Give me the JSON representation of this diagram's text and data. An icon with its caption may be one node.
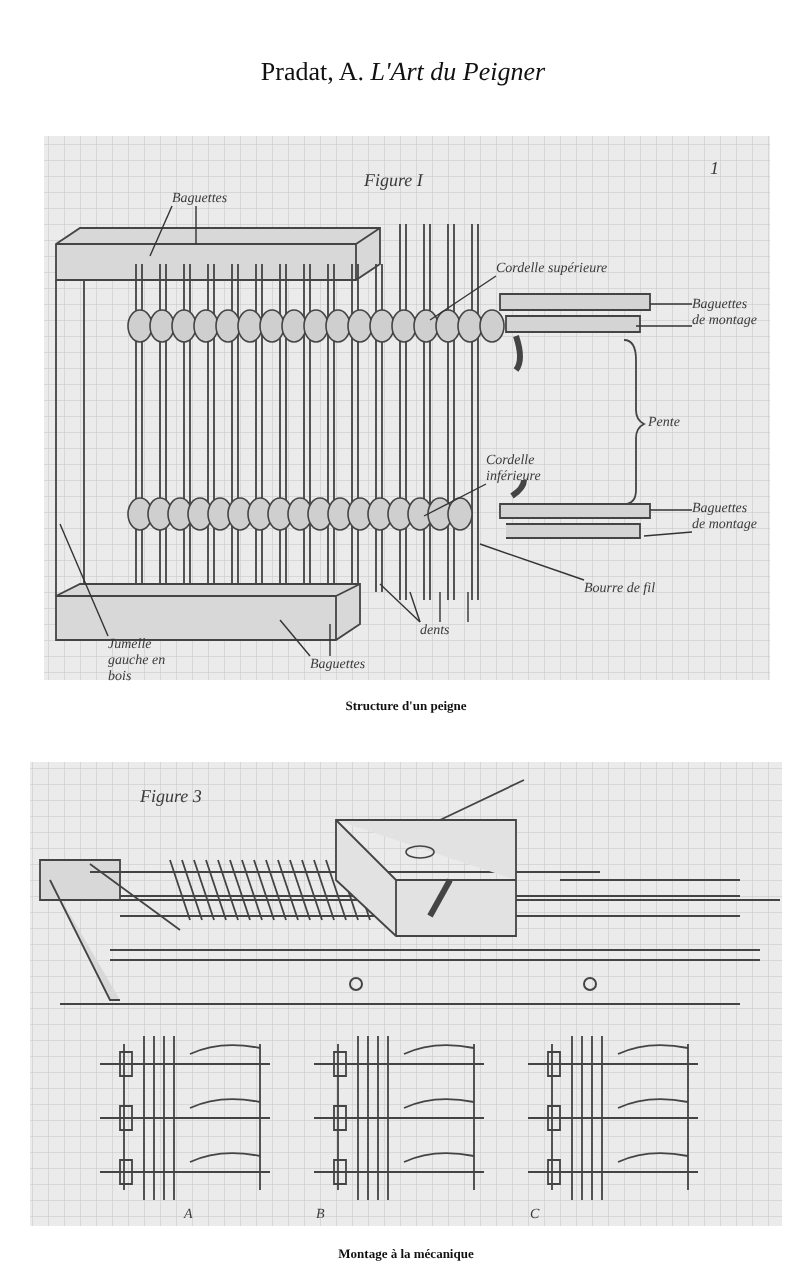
{
  "diagram": {
    "title": "Pradat, A. *L'Art du Peigner*",
    "nodes": [
      {
        "text": [
          "Baguettes"
        ]
      },
      {
        "text": [
          "Cordelle supérieure"
        ]
      },
      {
        "text": [
          "Baguettes de montage"
        ]
      },
      {
        "text": [
          "Cordelle inférieure"
        ]
      },
      {
        "text": [
          "Baguettes de montage"
        ]
      },
      {
        "text": [
          "Bourre de fil"
        ]
      },
      {
        "text": [
          "dents"
        ]
      },
      {
        "text": [
          "Baguettes"
        ]
      },
      {
        "text": [
          "Jumelle gauche en bois"
        ]
      }
    ],
    "edges": [
      {
        "from": 0,
        "to": null,
        "arrow": "none"
      },
      {
        "from": 0,
        "to": null,
        "arrow": "none"
      },
      {
        "from": 1,
        "to": null,
        "arrow": "none"
      },
      {
        "from": 2,
        "to": null,
        "arrow": "none"
      },
      {
        "from": 2,
        "to": null,
        "arrow": "none"
      },
      {
        "from": 3,
        "to": null,
        "arrow": "none"
      },
      {
        "from": 4,
        "to": null,
        "arrow": "none"
      },
      {
        "from": 4,
        "to": null,
        "arrow": "none"
      },
      {
        "from": 5,
        "to": null,
        "arrow": "none"
      },
      {
        "from": 6,
        "to": null,
        "arrow": "none"
      },
      {
        "from": 6,
        "to": null,
        "arrow": "none"
      },
      {
        "from": 6,
        "to": null,
        "arrow": "none"
      },
      {
        "from": 6,
        "to": null,
        "arrow": "none"
      },
      {
        "from": 7,
        "to": null,
        "arrow": "none"
      },
      {
        "from": 7,
        "to": null,
        "arrow": "none"
      },
      {
        "from": 8,
        "to": null,
        "arrow": "none"
      }
    ],
    "labels": [
      "Figure I",
      "1",
      "Pente",
      "Structure d'un peigne",
      "Figure 3",
      "A",
      "B",
      "C",
      "Montage à la mécanique"
    ]
  }
}
